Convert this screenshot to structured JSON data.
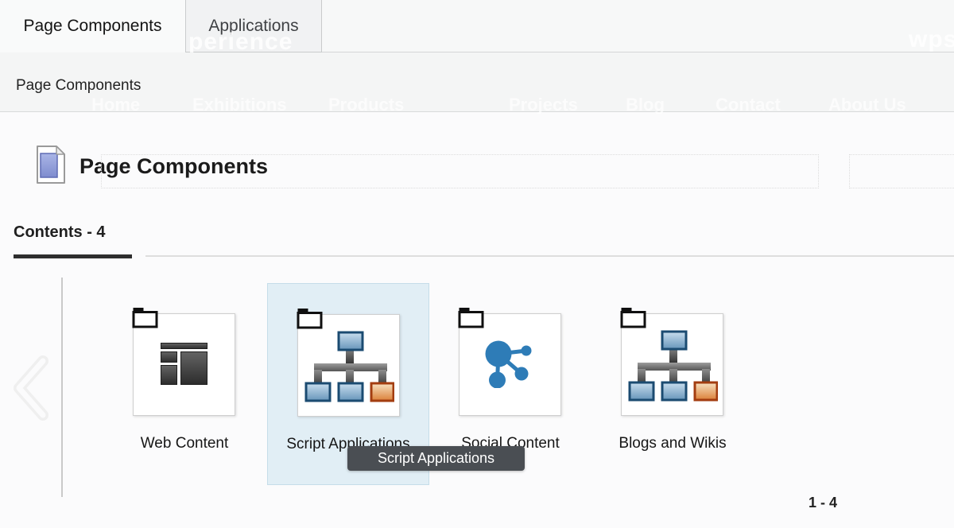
{
  "tab_bar": {
    "tabs": [
      {
        "label": "Page Components",
        "active": true
      },
      {
        "label": "Applications",
        "active": false
      }
    ]
  },
  "watermarks": {
    "behind_tab": "perience",
    "top_right": "wpsa"
  },
  "breadcrumb": {
    "current": "Page Components"
  },
  "background_site_nav": {
    "items": [
      "Home",
      "Exhibitions",
      "Products",
      "Projects",
      "Blog",
      "Contact",
      "About Us"
    ]
  },
  "page_header": {
    "title": "Page Components"
  },
  "content_tabs": {
    "active_label": "Contents - 4"
  },
  "carousel": {
    "tiles": [
      {
        "label": "Web Content",
        "icon": "web-content-layout-icon",
        "selected": false
      },
      {
        "label": "Script Applications",
        "icon": "sitemap-icon",
        "selected": true
      },
      {
        "label": "Social Content",
        "icon": "share-network-icon",
        "selected": false
      },
      {
        "label": "Blogs and Wikis",
        "icon": "sitemap-icon",
        "selected": false
      }
    ],
    "pagination": "1 - 4"
  },
  "tooltip": {
    "text": "Script Applications"
  },
  "colors": {
    "selection_bg": "#e1eef5",
    "selection_border": "#c5dde9",
    "tooltip_bg": "#4a4e53",
    "accent_blue": "#2e7cb7",
    "icon_blue_border": "#1b4b71",
    "icon_orange_border": "#a33d10"
  }
}
